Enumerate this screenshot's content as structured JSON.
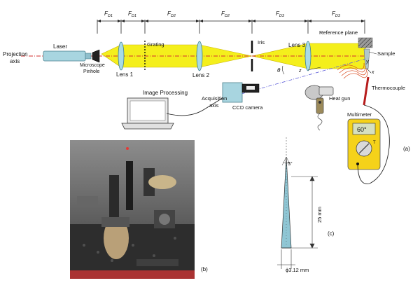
{
  "distances": [
    "F",
    "F",
    "F",
    "F",
    "F",
    "F"
  ],
  "distance_subs": [
    "D1",
    "D1",
    "D2",
    "D2",
    "D3",
    "D3"
  ],
  "labels": {
    "projection_axis_1": "Projection",
    "projection_axis_2": "axis",
    "laser": "Laser",
    "microscope": "Microscope",
    "pinhole": "Pinhole",
    "lens1": "Lens 1",
    "grating": "Grating",
    "lens2": "Lens 2",
    "iris": "Iris",
    "lens3": "Lens 3",
    "reference_plane": "Reference plane",
    "sample": "Sample",
    "theta": "θ",
    "z": "z",
    "y": "y",
    "x": "x",
    "thermocouple": "Thermocouple",
    "heat_gun": "Heat gun",
    "multimeter": "Multimeter",
    "multimeter_display": "60°",
    "multimeter_t": "T",
    "image_processing": "Image Processing",
    "acquisition_1": "Acquisition",
    "acquisition_2": "axis",
    "ccd_camera": "CCD camera",
    "panel_a": "(a)",
    "panel_b": "(b)",
    "panel_c": "(c)",
    "angle_5": "5°",
    "length_25": "25 mm",
    "diameter": "ϕ3.12 mm"
  },
  "colors": {
    "beam": "#f4ef1c",
    "beam_edge": "#c9b400",
    "lens": "#a8dbe6",
    "axis_red": "#d32f2f",
    "multimeter_body": "#f5d21a",
    "thermocouple": "#b71c1c",
    "probe": "#8fc6d4"
  }
}
